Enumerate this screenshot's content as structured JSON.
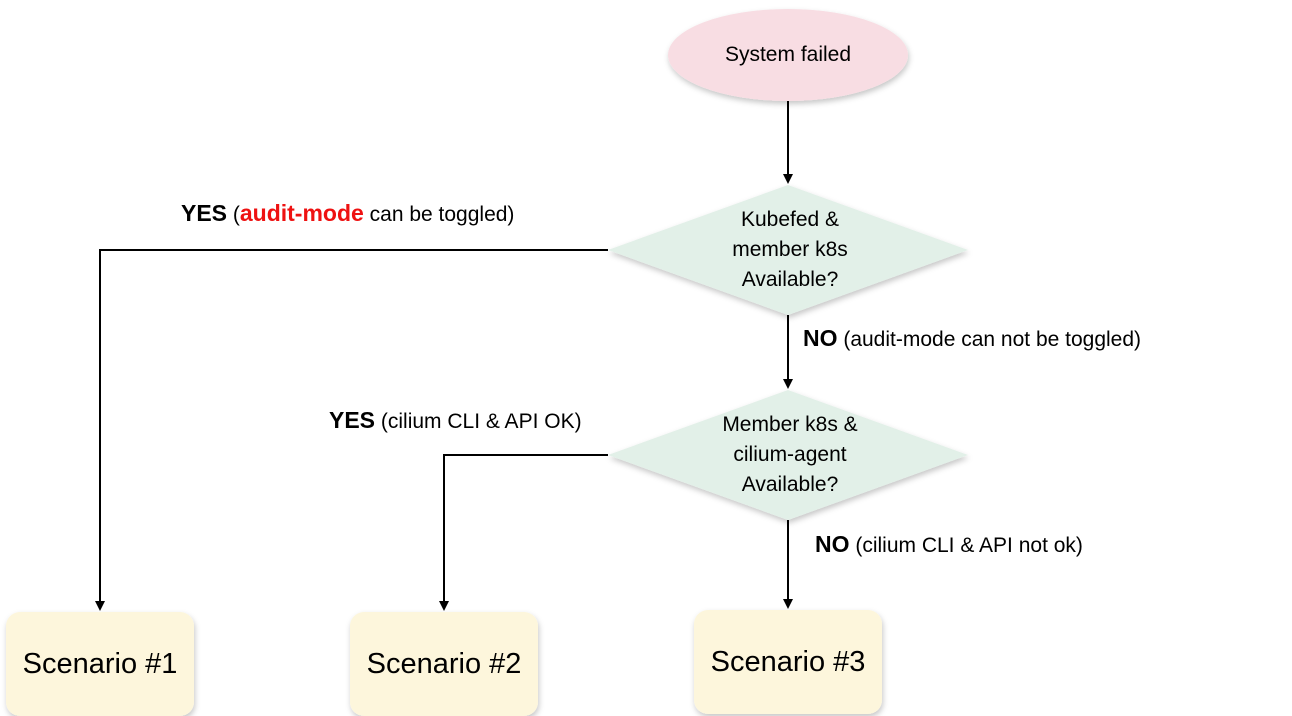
{
  "nodes": {
    "start": {
      "label": "System failed"
    },
    "decision1": {
      "lines": [
        "Kubefed &",
        "member k8s",
        "Available?"
      ]
    },
    "decision2": {
      "lines": [
        "Member k8s &",
        "cilium-agent",
        "Available?"
      ]
    },
    "scenarios": [
      "Scenario #1",
      "Scenario #2",
      "Scenario #3"
    ]
  },
  "edges": {
    "yes1": {
      "strong": "YES",
      "open": " (",
      "highlight": "audit-mode",
      "rest": " can be toggled)"
    },
    "no1": {
      "strong": "NO",
      "rest": " (audit-mode can not be toggled)"
    },
    "yes2": {
      "strong": "YES",
      "rest": " (cilium CLI & API OK)"
    },
    "no2": {
      "strong": "NO",
      "rest": " (cilium CLI & API not ok)"
    }
  },
  "colors": {
    "start_fill": "#f8dde3",
    "decision_fill": "#e2f0e8",
    "scenario_fill": "#fdf6dc",
    "highlight": "#ee1111",
    "line": "#000000"
  }
}
